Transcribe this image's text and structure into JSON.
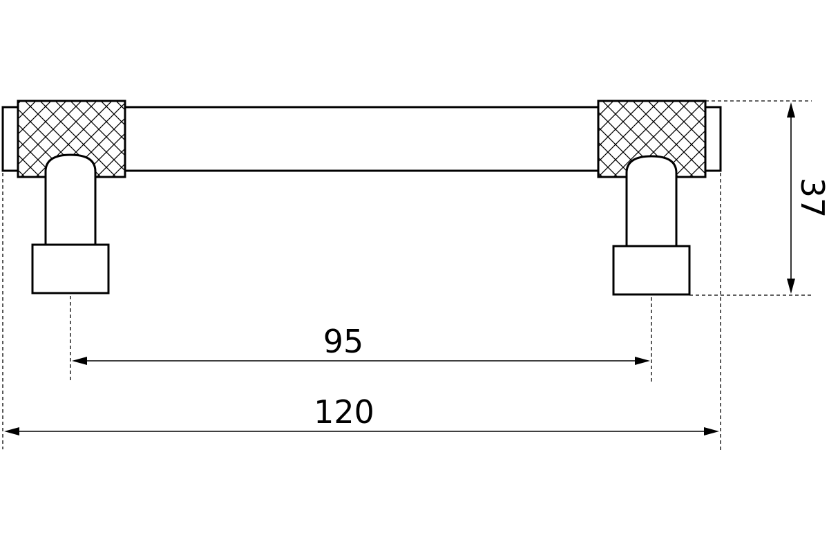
{
  "dimensions": {
    "overall_length": "120",
    "hole_spacing": "95",
    "height": "37"
  }
}
